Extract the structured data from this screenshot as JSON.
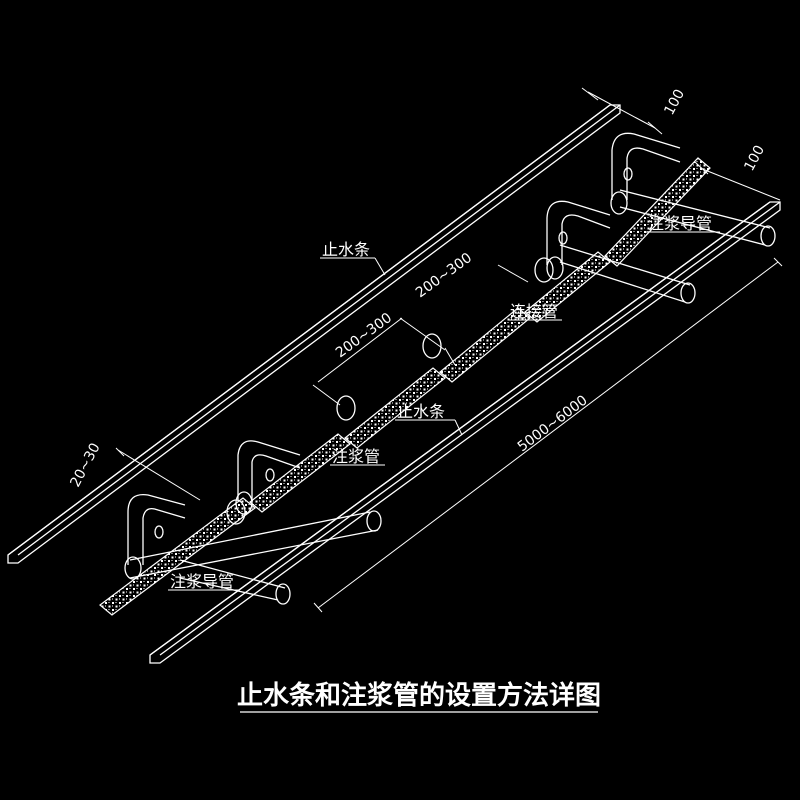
{
  "title": "止水条和注浆管的设置方法详图",
  "labels": {
    "water_stop_top": "止水条",
    "water_stop_mid": "止水条",
    "grout_pipe": "注浆管",
    "guide_pipe_right": "注浆导管",
    "guide_pipe_left": "注浆导管",
    "connector_pipe": "连接管"
  },
  "dimensions": {
    "width_a": "100",
    "width_b": "100",
    "spacing_1": "200~300",
    "spacing_2": "200~300",
    "offset": "20~30",
    "length": "5000~6000"
  },
  "colors": {
    "background": "#000000",
    "lines": "#ffffff",
    "text": "#ffffff"
  }
}
